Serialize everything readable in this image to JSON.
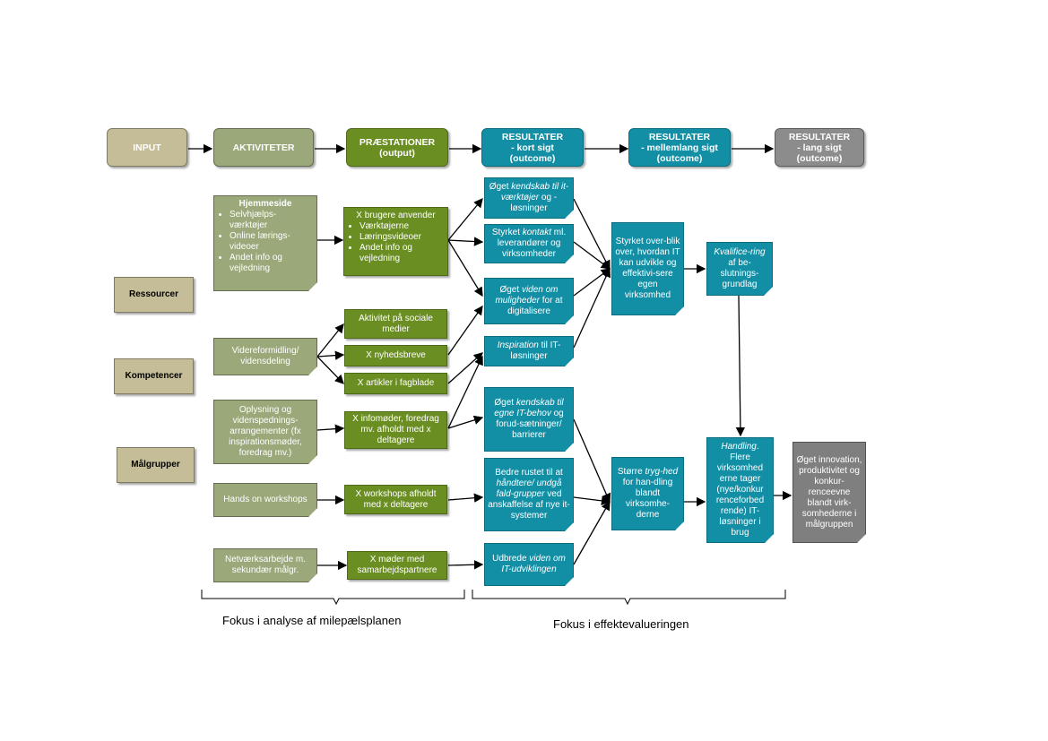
{
  "headers": {
    "input": "INPUT",
    "aktiviteter": "AKTIVITETER",
    "praestationer_1": "PRÆSTATIONER",
    "praestationer_2": "(output)",
    "kort_1": "RESULTATER",
    "kort_2": "- kort sigt",
    "kort_3": "(outcome)",
    "mellem_1": "RESULTATER",
    "mellem_2": "- mellemlang sigt",
    "mellem_3": "(outcome)",
    "lang_1": "RESULTATER",
    "lang_2": "- lang sigt",
    "lang_3": "(outcome)"
  },
  "inputs": {
    "ressourcer": "Ressourcer",
    "kompetencer": "Kompetencer",
    "maalgrupper": "Målgrupper"
  },
  "activities": {
    "hjemmeside_title": "Hjemmeside",
    "hjemmeside_items": [
      "Selvhjælps-værktøjer",
      "Online lærings-videoer",
      "Andet info og vejledning"
    ],
    "videreformidling": "Videreformidling/ vidensdeling",
    "oplysning": "Oplysning og videnspednings-arrangementer (fx inspirationsmøder, foredrag mv.)",
    "hands_on": "Hands on workshops",
    "netvaerk": "Netværksarbejde m. sekundær målgr."
  },
  "outputs": {
    "brugere_title": "X brugere anvender",
    "brugere_items": [
      "Værktøjerne",
      "Læringsvideoer",
      "Andet info og vejledning"
    ],
    "sociale": "Aktivitet på sociale medier",
    "nyhedsbreve": "X nyhedsbreve",
    "artikler": "X artikler i fagblade",
    "infomoeder": "X infomøder, foredrag mv. afholdt med x deltagere",
    "workshops": "X workshops afholdt med x deltagere",
    "moeder": "X møder med samarbejdspartnere"
  },
  "short_term": {
    "r1_a": "Øget ",
    "r1_b": "kendskab til it-værktøjer",
    "r1_c": " og -løsninger",
    "r2_a": "Styrket ",
    "r2_b": "kontakt",
    "r2_c": " ml. leverandører og virksomheder",
    "r3_a": "Øget ",
    "r3_b": "viden om muligheder",
    "r3_c": " for at digitalisere",
    "r4_a": "Inspiration",
    "r4_b": " til IT-løsninger",
    "r5_a": "Øget ",
    "r5_b": "kendskab til egne IT-behov",
    "r5_c": " og forud-sætninger/ barrierer",
    "r6_a": "Bedre rustet til at ",
    "r6_b": "håndtere/ undgå fald-grupper",
    "r6_c": " ved anskaffelse af nye it-systemer",
    "r7_a": "Udbrede ",
    "r7_b": "viden om IT-udviklingen"
  },
  "medium_term": {
    "overblik": "Styrket over-blik over, hvordan IT kan udvikle og effektivi-sere egen virksomhed",
    "tryghed_a": "Større ",
    "tryghed_b": "tryg-hed",
    "tryghed_c": " for han-dling blandt virksomhe-derne"
  },
  "long_term": {
    "kval_a": "Kvalifice-ring",
    "kval_b": " af be-slutnings-grundlag",
    "handling_a": "Handling",
    "handling_b": ". Flere virksomhed erne tager (nye/konkur renceforbed rende) IT-løsninger i brug",
    "innovation": "Øget innovation, produktivitet og konkur-renceevne blandt virk-somhederne i målgruppen"
  },
  "footer": {
    "milepael": "Fokus i analyse af milepælsplanen",
    "effekt": "Fokus i effektevalueringen"
  }
}
